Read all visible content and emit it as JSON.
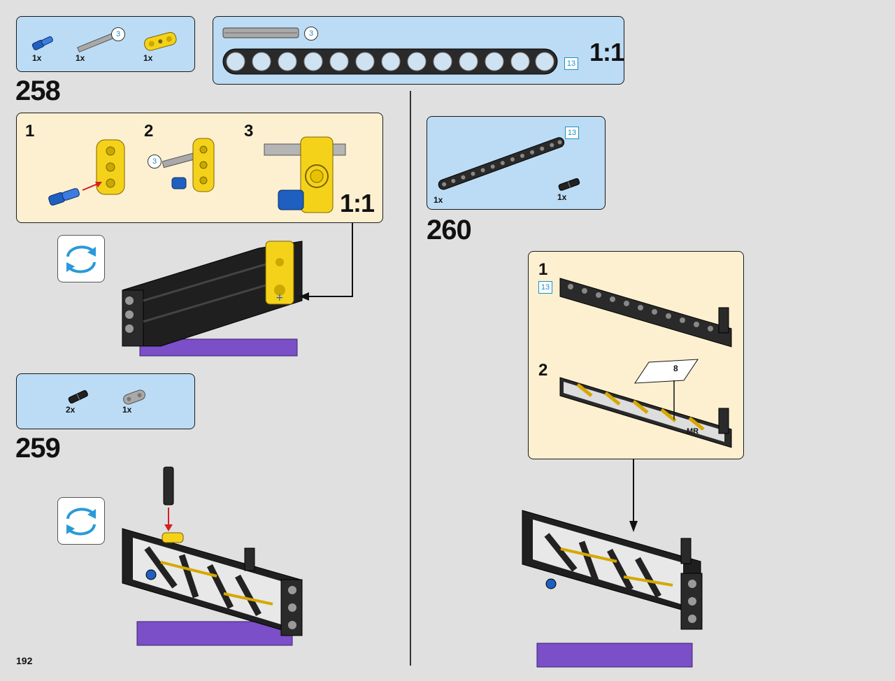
{
  "page_number": "192",
  "step258": {
    "number": "258",
    "parts": [
      {
        "name": "blue-pin-icon",
        "qty": "1x"
      },
      {
        "name": "gray-axle-icon",
        "qty": "1x",
        "length": "3"
      },
      {
        "name": "yellow-connector-icon",
        "qty": "1x"
      }
    ],
    "beam_part": {
      "axle_length": "3",
      "beam_length": "13",
      "scale": "1:1"
    },
    "substeps": [
      {
        "label": "1"
      },
      {
        "label": "2",
        "axle_length": "3"
      },
      {
        "label": "3",
        "scale": "1:1"
      }
    ]
  },
  "step259": {
    "number": "259",
    "parts": [
      {
        "name": "black-pin-icon",
        "qty": "2x"
      },
      {
        "name": "gray-connector-icon",
        "qty": "1x"
      }
    ]
  },
  "step260": {
    "number": "260",
    "parts": [
      {
        "name": "black-beam-icon",
        "qty": "1x",
        "length": "13"
      },
      {
        "name": "black-pin-icon",
        "qty": "1x"
      }
    ],
    "substeps": [
      {
        "label": "1",
        "length": "13"
      },
      {
        "label": "2",
        "sticker_text": "MR",
        "sticker_number": "8"
      }
    ]
  },
  "colors": {
    "parts_bg": "#bcdcf5",
    "subassembly_bg": "#fdf0d0",
    "page_bg": "#e0e0e0",
    "callout_number": "#1a90c8",
    "arrow_red": "#d42020"
  }
}
